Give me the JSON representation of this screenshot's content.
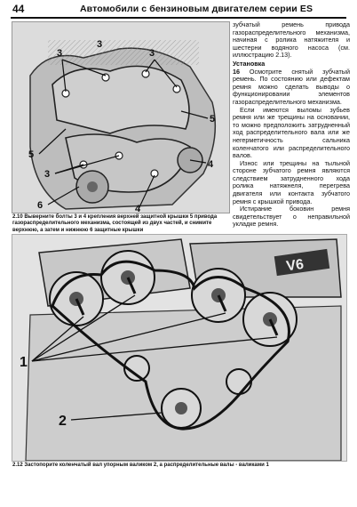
{
  "header": {
    "page_number": "44",
    "title": "Автомобили с бензиновым двигателем серии ES"
  },
  "text_column": {
    "para1": "зубчатый ремень привода газораспределительного механизма, начиная с ролика натяжителя и шестерни водяного насоса (см. иллюстрацию 2.13).",
    "section_heading": "Установка",
    "step_number": "16",
    "para2": "Осмотрите снятый зубчатый ремень. По состоянию или дефектам ремня можно сделать выводы о функционировании элементов газораспределительного механизма.",
    "para3": "Если имеются выломы зубьев ремня или же трещины на основании, то можно предположить затрудненный ход распределительного вала или же негерметичность сальника коленчатого или распределительного валов.",
    "para4": "Износ или трещины на тыльной стороне зубчатого ремня являются следствием затрудненного хода ролика натяжнеля, перегрева двигателя или контакта зубчатого ремня с крышкой привода.",
    "para5": "Истирание боковин ремня свидетельствует о неправильной укладке ремня."
  },
  "figure_top": {
    "callouts": [
      "3",
      "3",
      "3",
      "5",
      "5",
      "3",
      "4",
      "6",
      "4"
    ],
    "caption": "2.10 Выверните болты 3 и 4 крепления верхней защитной крышки 5 привода газораспределительного механизма, состоящей из двух частей, и снимите верхнюю, а затем и нижнюю 6 защитные крышки"
  },
  "figure_bottom": {
    "callouts": [
      "1",
      "2"
    ],
    "engine_label": "V6",
    "caption": "2.12 Застопорите коленчатый вал упорным валиком 2, а распределительные валы - валиками 1"
  }
}
